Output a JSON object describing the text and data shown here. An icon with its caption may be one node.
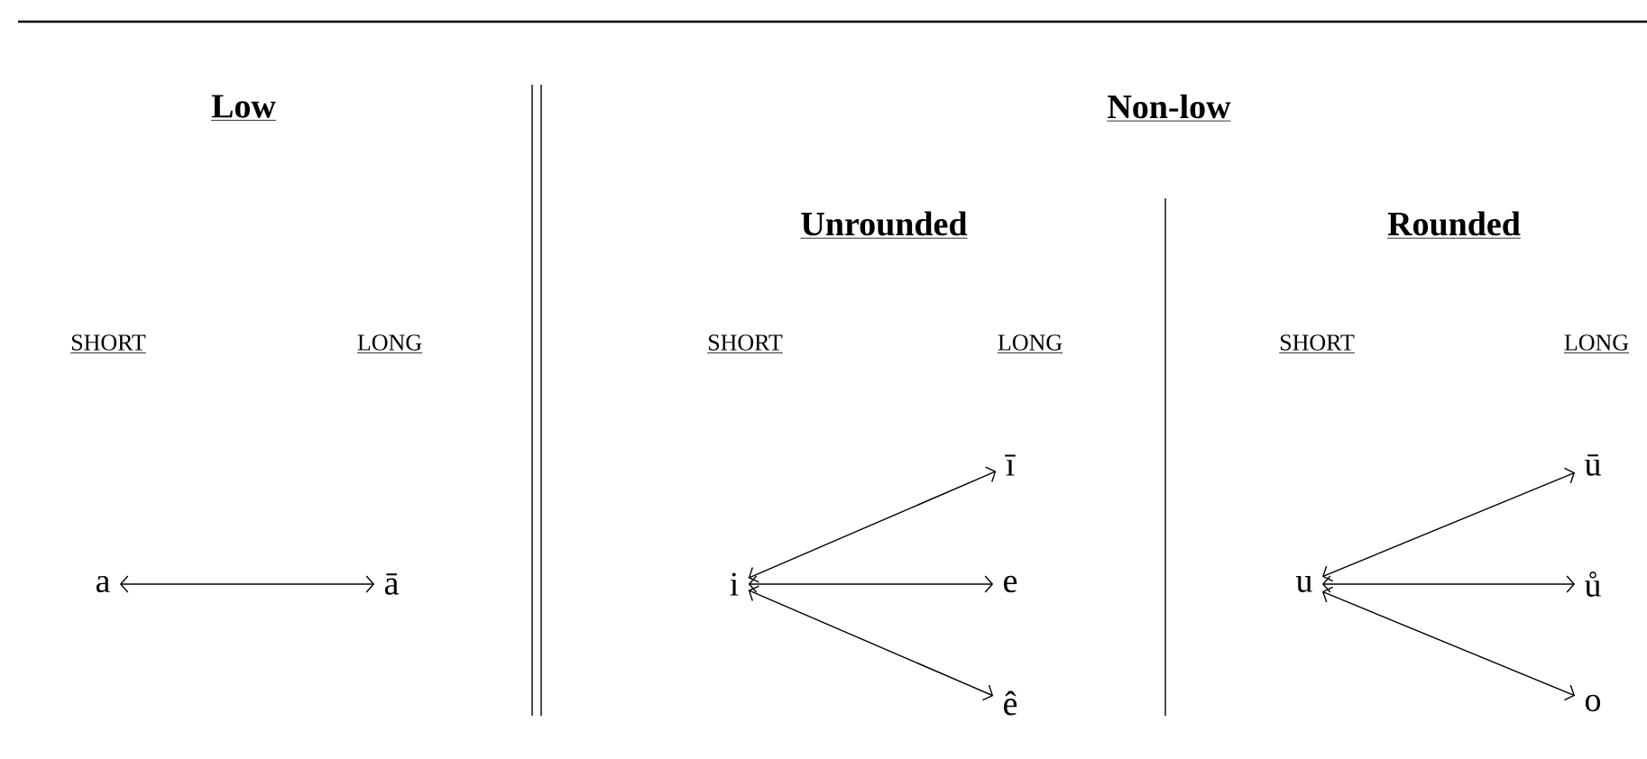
{
  "diagram": {
    "nodes": [
      {
        "text": [
          "a"
        ]
      },
      {
        "text": [
          "ā"
        ]
      },
      {
        "text": [
          "i"
        ]
      },
      {
        "text": [
          "ī"
        ]
      },
      {
        "text": [
          "e"
        ]
      },
      {
        "text": [
          "ê"
        ]
      },
      {
        "text": [
          "u"
        ]
      },
      {
        "text": [
          "ū"
        ]
      },
      {
        "text": [
          "ů"
        ]
      },
      {
        "text": [
          "o"
        ]
      }
    ],
    "edges": [
      {
        "from": 0,
        "to": 1,
        "arrow": "both"
      },
      {
        "from": 2,
        "to": 3,
        "arrow": "both"
      },
      {
        "from": 2,
        "to": 4,
        "arrow": "both"
      },
      {
        "from": 2,
        "to": 5,
        "arrow": "both"
      },
      {
        "from": 6,
        "to": 7,
        "arrow": "both"
      },
      {
        "from": 6,
        "to": 8,
        "arrow": "both"
      },
      {
        "from": 6,
        "to": 9,
        "arrow": "both"
      }
    ],
    "labels": [
      "Low",
      "Non-low",
      "Unrounded",
      "Rounded",
      "SHORT",
      "LONG",
      "SHORT",
      "LONG",
      "SHORT",
      "LONG"
    ]
  }
}
